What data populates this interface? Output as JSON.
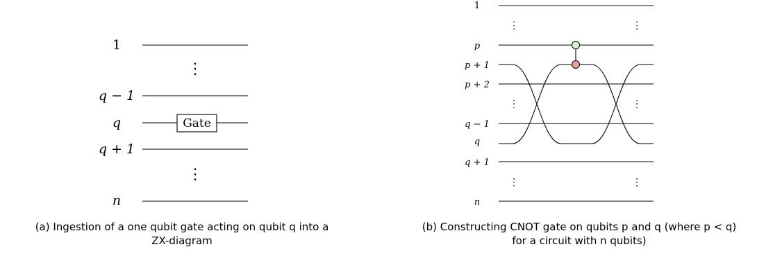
{
  "panel_a": {
    "wires": [
      {
        "id": "1",
        "label": "1"
      },
      {
        "id": "q-1",
        "label": "q − 1"
      },
      {
        "id": "q",
        "label": "q"
      },
      {
        "id": "q+1",
        "label": "q + 1"
      },
      {
        "id": "n",
        "label": "n"
      }
    ],
    "gate_label": "Gate",
    "vdots": "⋮",
    "caption": {
      "line1": "(a) Ingestion of a one qubit gate acting on qubit q into a",
      "line2": "ZX-diagram"
    }
  },
  "panel_b": {
    "wires": [
      {
        "id": "1",
        "label": "1"
      },
      {
        "id": "p",
        "label": "p"
      },
      {
        "id": "p+1",
        "label": "p + 1"
      },
      {
        "id": "p+2",
        "label": "p + 2"
      },
      {
        "id": "q-1",
        "label": "q − 1"
      },
      {
        "id": "q",
        "label": "q"
      },
      {
        "id": "q+1",
        "label": "q + 1"
      },
      {
        "id": "n",
        "label": "n"
      }
    ],
    "vdots": "⋮",
    "control_color": "#d9f2d0",
    "target_color": "#e8a09a",
    "caption": {
      "line1": "(b) Constructing CNOT gate on qubits p and q (where p < q)",
      "line2": "for a circuit with n qubits)"
    }
  }
}
